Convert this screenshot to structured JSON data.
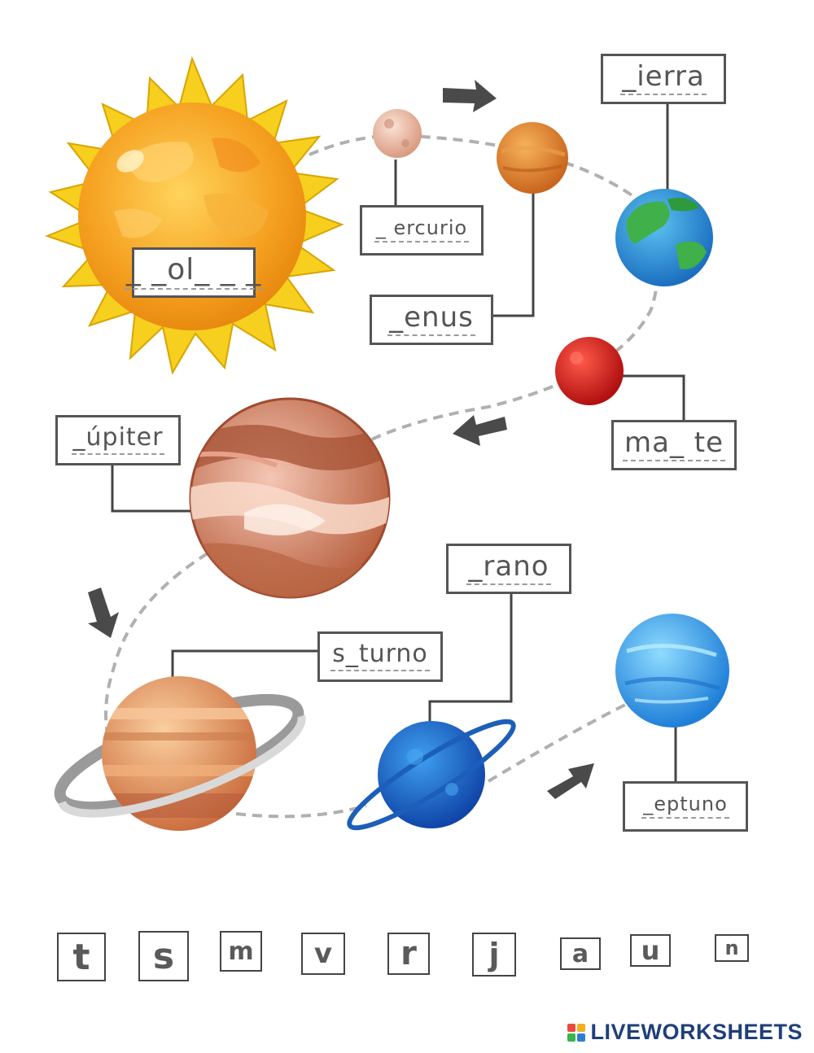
{
  "labels": {
    "sol": "_ _ol_ _ _",
    "mercurio": "_ ercurio",
    "venus": "_enus",
    "tierra": "_ierra",
    "marte": "ma_ te",
    "jupiter": "_úpiter",
    "saturno": "s_turno",
    "urano": "_rano",
    "neptuno": "_eptuno"
  },
  "letters": [
    "t",
    "s",
    "m",
    "v",
    "r",
    "j",
    "a",
    "u",
    "n"
  ],
  "brand": "LIVEWORKSHEETS",
  "colors": {
    "sun_rays": "#f7cf1f",
    "sun_core": "#f5a623",
    "mercury": "#e8b9a2",
    "venus": "#e0892f",
    "earth_ocean": "#2a8fd8",
    "earth_land": "#3fb04a",
    "mars": "#d91e1e",
    "jupiter": "#c97a55",
    "saturn": "#e8a070",
    "uranus": "#1f6fd0",
    "neptune": "#2f9fe8",
    "brand": "#1f3f78"
  }
}
